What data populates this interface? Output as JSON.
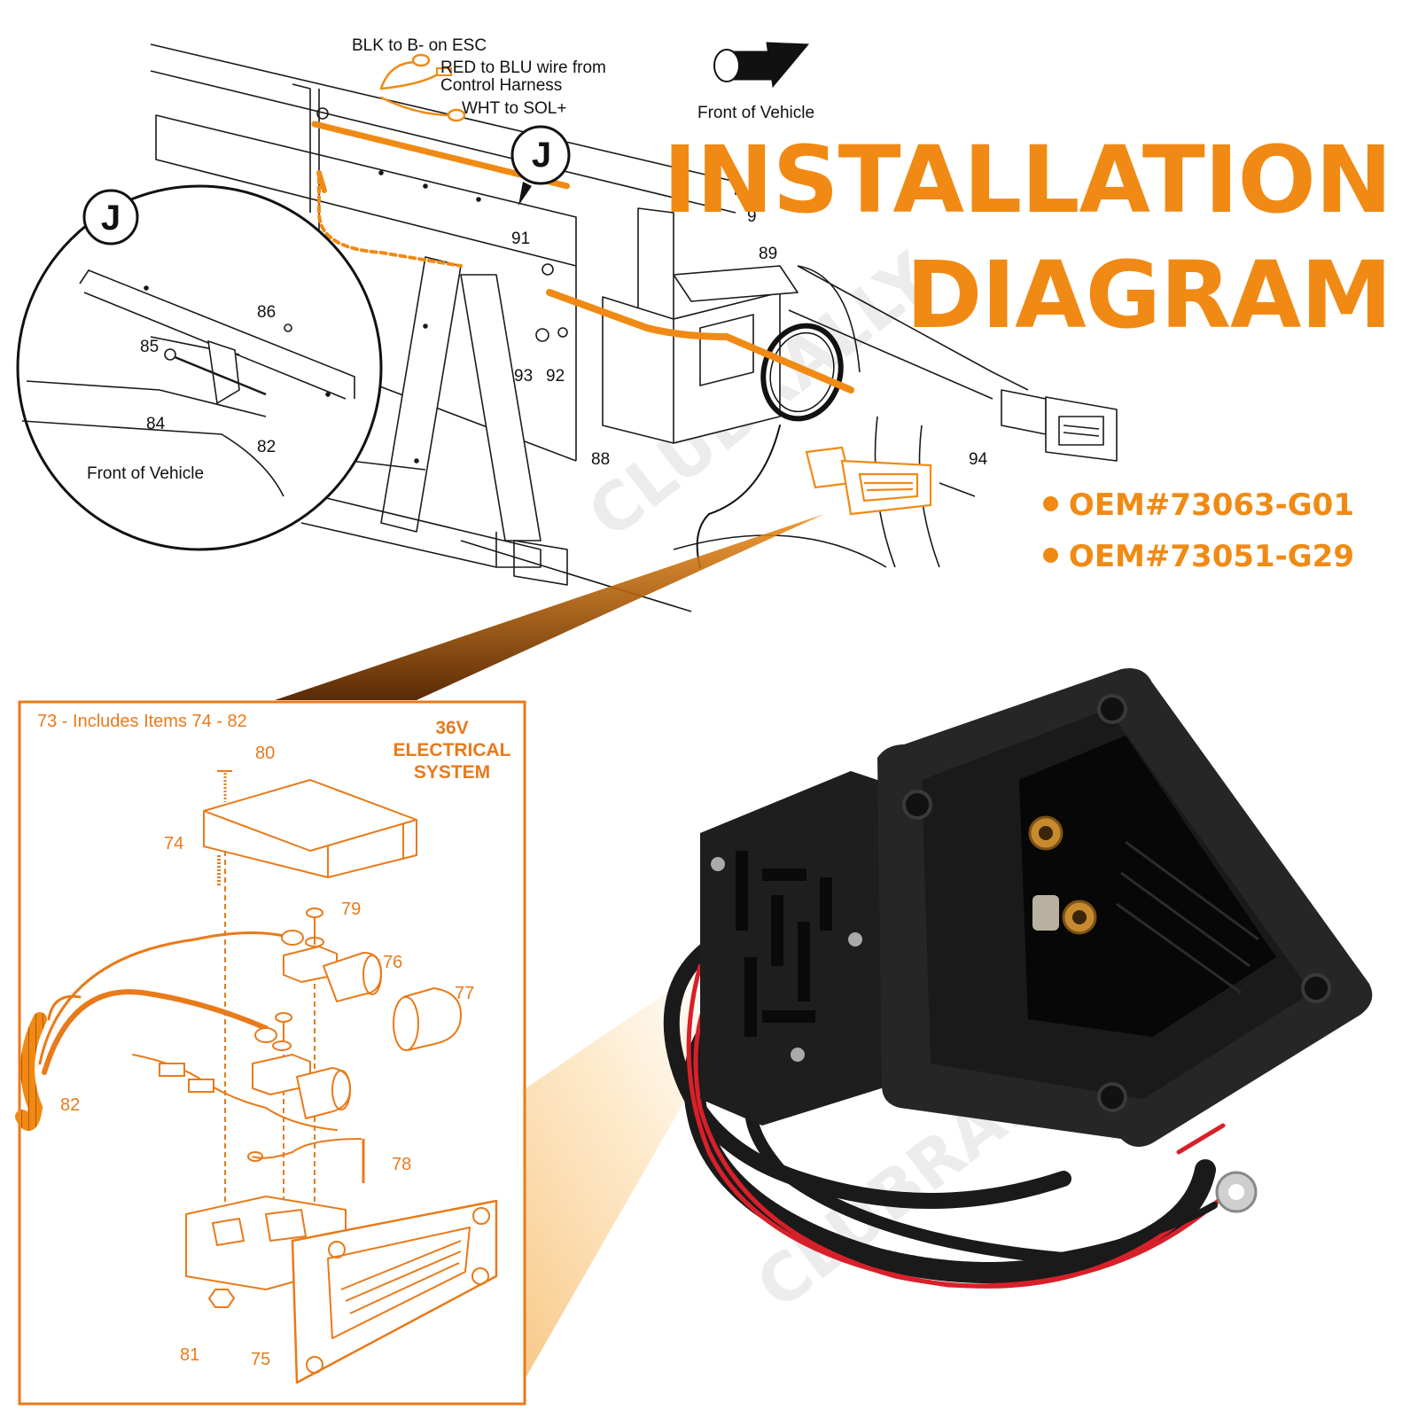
{
  "title": {
    "line1": "INSTALLATION",
    "line2": "DIAGRAM"
  },
  "oem_numbers": [
    "OEM#73063-G01",
    "OEM#73051-G29"
  ],
  "frame_labels": {
    "blk_wire": "BLK to B- on ESC",
    "red_wire_1": "RED to BLU wire from",
    "red_wire_2": "Control Harness",
    "wht_wire": "WHT to SOL+",
    "front_top": "Front of Vehicle",
    "front_inset": "Front of Vehicle",
    "detail_marker": "J",
    "parts": [
      "9",
      "89",
      "91",
      "92",
      "93",
      "88",
      "94"
    ],
    "inset_parts": [
      "86",
      "85",
      "84",
      "82"
    ]
  },
  "exploded": {
    "header": "73 - Includes Items 74 - 82",
    "system_1": "36V",
    "system_2": "ELECTRICAL",
    "system_3": "SYSTEM",
    "parts": [
      "80",
      "74",
      "79",
      "76",
      "77",
      "82",
      "78",
      "81",
      "75"
    ]
  },
  "watermark": "CLUBRALLY",
  "colors": {
    "accent": "#f08a14",
    "line": "#1a1a1a",
    "product": "#1e1e1e",
    "wire_red": "#d8202a"
  }
}
